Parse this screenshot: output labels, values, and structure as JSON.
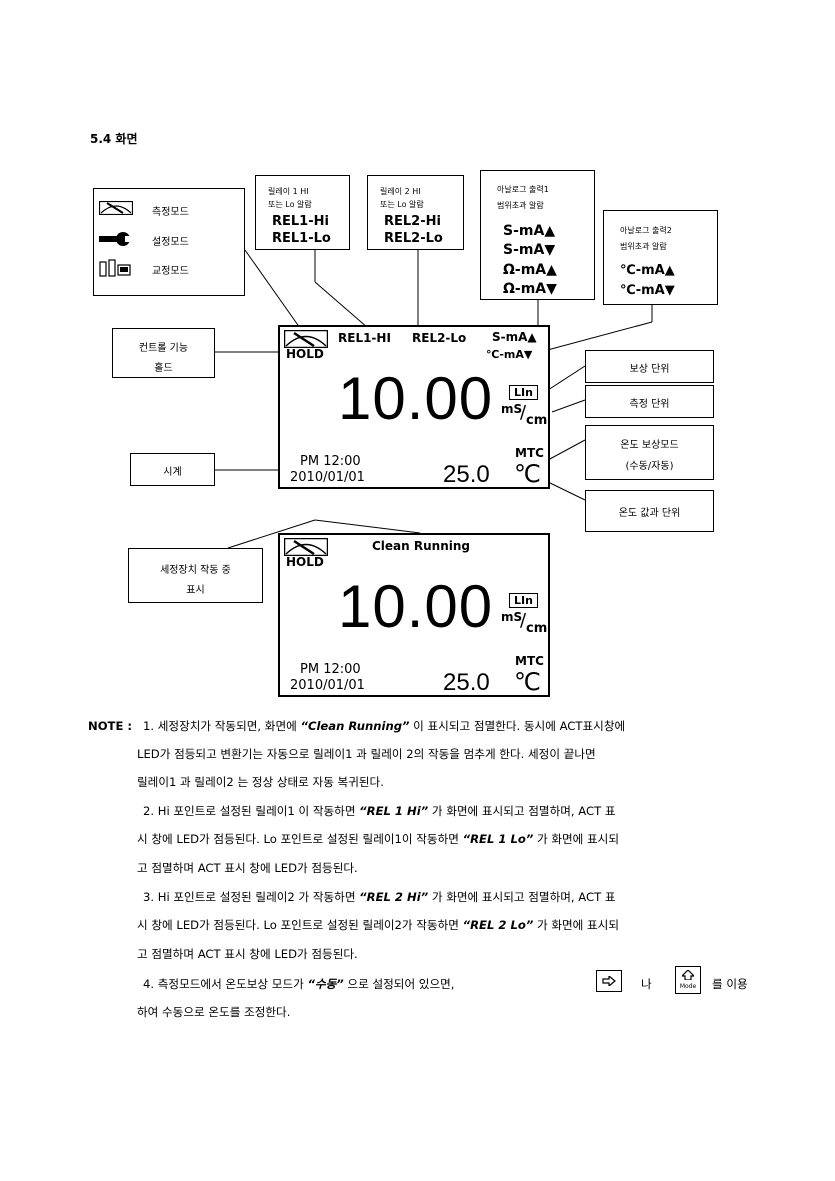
{
  "section_title": "5.4 화면",
  "mode_legend": {
    "measure": "측정모드",
    "setting": "설정모드",
    "calibration": "교정모드"
  },
  "relay1_box": {
    "caption1": "릴레이 1 HI",
    "caption2": "또는 Lo 알람",
    "line1": "REL1-Hi",
    "line2": "REL1-Lo"
  },
  "relay2_box": {
    "caption1": "릴레이 2 HI",
    "caption2": "또는 Lo 알람",
    "line1": "REL2-Hi",
    "line2": "REL2-Lo"
  },
  "analog1_box": {
    "caption1": "아날로그 출력1",
    "caption2": "범위초과 알람",
    "lines": [
      "S-mA▲",
      "S-mA▼",
      "Ω-mA▲",
      "Ω-mA▼"
    ]
  },
  "analog2_box": {
    "caption1": "아날로그 출력2",
    "caption2": "범위초과 알람",
    "lines": [
      "℃-mA▲",
      "℃-mA▼"
    ]
  },
  "labels": {
    "control_hold_1": "컨트롤 기능",
    "control_hold_2": "홀드",
    "clock": "시계",
    "comp_unit": "보상 단위",
    "meas_unit": "측정 단위",
    "temp_mode_1": "온도 보상모드",
    "temp_mode_2": "(수동/자동)",
    "temp_value": "온도 값과 단위",
    "clean_1": "세정장치 작동 중",
    "clean_2": "표시"
  },
  "display1": {
    "hold": "HOLD",
    "rel1": "REL1-HI",
    "rel2": "REL2-Lo",
    "smA": "S-mA▲",
    "cmA": "℃-mA▼",
    "value": "10.00",
    "lin": "LIn",
    "unit_top": "mS",
    "unit_bot": "cm",
    "mtc": "MTC",
    "time": "PM 12:00",
    "date": "2010/01/01",
    "temp": "25.0",
    "temp_unit": "℃"
  },
  "display2": {
    "hold": "HOLD",
    "clean": "Clean Running",
    "value": "10.00",
    "lin": "LIn",
    "unit_top": "mS",
    "unit_bot": "cm",
    "mtc": "MTC",
    "time": "PM 12:00",
    "date": "2010/01/01",
    "temp": "25.0",
    "temp_unit": "℃"
  },
  "note": {
    "label": "NOTE :",
    "p1_a": "1. 세정장치가 작동되면, 화면에 ",
    "p1_em": "“Clean Running”",
    "p1_b": " 이 표시되고 점멸한다. 동시에 ACT표시창에",
    "p1_l2": "LED가 점등되고 변환기는 자동으로 릴레이1 과 릴레이 2의 작동을 멈추게 한다. 세정이 끝나면",
    "p1_l3": "릴레이1 과 릴레이2 는 정상 상태로 자동 복귀된다.",
    "p2_a": "2. Hi 포인트로 설정된 릴레이1 이 작동하면 ",
    "p2_em1": "“REL 1 Hi”",
    "p2_b": " 가 화면에 표시되고 점멸하며, ACT 표",
    "p2_c": "시 창에 LED가 점등된다. Lo 포인트로 설정된 릴레이1이 작동하면 ",
    "p2_em2": "“REL 1 Lo”",
    "p2_d": " 가 화면에 표시되",
    "p2_l3": "고 점멸하며 ACT 표시 창에 LED가 점등된다.",
    "p3_a": "3. Hi 포인트로 설정된 릴레이2 가 작동하면 ",
    "p3_em1": "“REL 2 Hi”",
    "p3_b": " 가 화면에 표시되고 점멸하며, ACT 표",
    "p3_c": "시 창에 LED가 점등된다. Lo 포인트로 설정된 릴레이2가 작동하면 ",
    "p3_em2": "“REL 2 Lo”",
    "p3_d": " 가 화면에 표시되",
    "p3_l3": "고 점멸하며 ACT 표시 창에 LED가 점등된다.",
    "p4_a": "4. 측정모드에서 온도보상 모드가 ",
    "p4_em": "“수동”",
    "p4_b": " 으로 설정되어 있으면,",
    "p4_c": "나",
    "p4_d": "를 이용",
    "p4_key2": "Mode",
    "p4_l2": "하여 수동으로 온도를 조정한다."
  }
}
